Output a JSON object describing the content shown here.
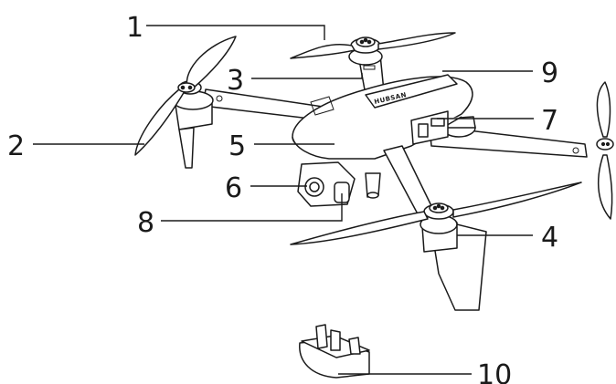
{
  "diagram": {
    "brand_text": "HUBSAN",
    "callouts": [
      {
        "id": "1",
        "label": "1"
      },
      {
        "id": "2",
        "label": "2"
      },
      {
        "id": "3",
        "label": "3"
      },
      {
        "id": "4",
        "label": "4"
      },
      {
        "id": "5",
        "label": "5"
      },
      {
        "id": "6",
        "label": "6"
      },
      {
        "id": "7",
        "label": "7"
      },
      {
        "id": "8",
        "label": "8"
      },
      {
        "id": "9",
        "label": "9"
      },
      {
        "id": "10",
        "label": "10"
      }
    ]
  }
}
